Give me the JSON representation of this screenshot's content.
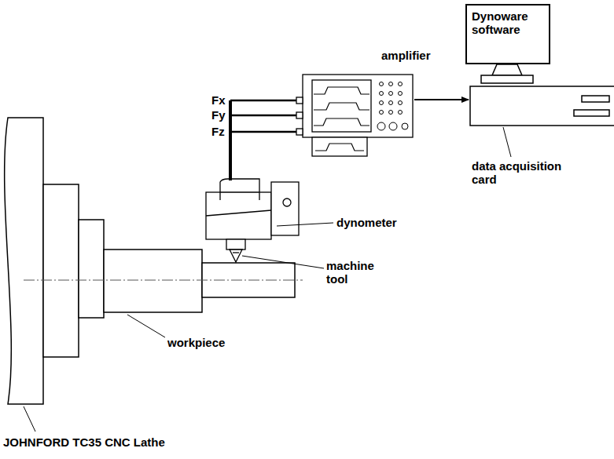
{
  "diagram": {
    "nodes": [
      {
        "text": [
          "Dynoware software"
        ]
      },
      {
        "text": [
          "amplifier"
        ]
      },
      {
        "text": [
          "data acquisition card"
        ]
      }
    ],
    "edges": [
      {
        "from": 1,
        "to": 2,
        "arrow": "to"
      }
    ],
    "labels": [
      "Fx",
      "Fy",
      "Fz",
      "dynometer",
      "machine tool",
      "workpiece",
      "JOHNFORD TC35 CNC Lathe"
    ]
  }
}
